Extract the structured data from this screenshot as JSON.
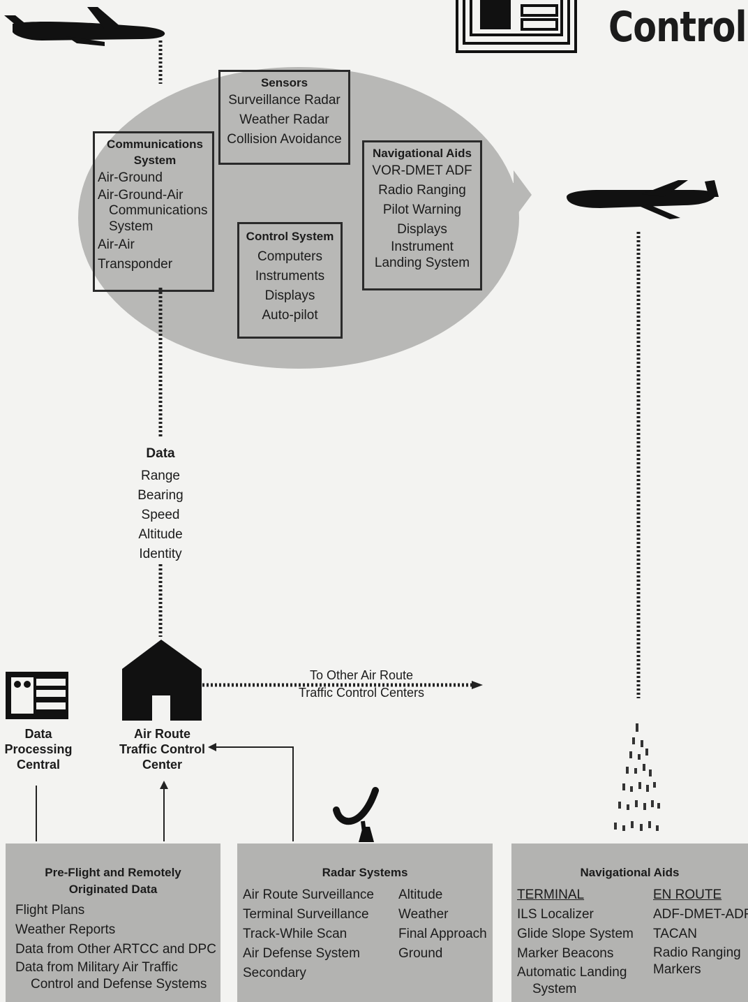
{
  "title": "Control",
  "sensors": {
    "heading": "Sensors",
    "items": [
      "Surveillance Radar",
      "Weather Radar",
      "Collision Avoidance"
    ]
  },
  "communications": {
    "heading_1": "Communications",
    "heading_2": "System",
    "items": [
      "Air-Ground",
      "Air-Ground-Air",
      "Communications",
      "System",
      "Air-Air",
      "Transponder"
    ]
  },
  "nav_aids_air": {
    "heading": "Navigational Aids",
    "items": [
      "VOR-DMET ADF",
      "Radio Ranging",
      "Pilot Warning",
      "Displays",
      "Instrument",
      "Landing System"
    ]
  },
  "control_system": {
    "heading": "Control System",
    "items": [
      "Computers",
      "Instruments",
      "Displays",
      "Auto-pilot"
    ]
  },
  "data_link": {
    "heading": "Data",
    "items": [
      "Range",
      "Bearing",
      "Speed",
      "Altitude",
      "Identity"
    ]
  },
  "to_other": {
    "line1": "To Other Air Route",
    "line2": "Traffic Control Centers"
  },
  "data_processing": {
    "line1": "Data",
    "line2": "Processing",
    "line3": "Central"
  },
  "artcc": {
    "line1": "Air Route",
    "line2": "Traffic Control",
    "line3": "Center"
  },
  "preflight": {
    "heading_1": "Pre-Flight and Remotely",
    "heading_2": "Originated Data",
    "items": [
      "Flight Plans",
      "Weather Reports",
      "Data from Other ARTCC and DPC",
      "Data from Military Air Traffic",
      "Control and Defense Systems"
    ]
  },
  "radar": {
    "heading": "Radar Systems",
    "col1": [
      "Air Route Surveillance",
      "Terminal Surveillance",
      "Track-While Scan",
      "Air Defense System",
      "Secondary"
    ],
    "col2": [
      "Altitude",
      "Weather",
      "Final Approach",
      "Ground"
    ]
  },
  "nav_ground": {
    "heading": "Navigational Aids",
    "terminal_label": "TERMINAL",
    "terminal": [
      "ILS Localizer",
      "Glide Slope System",
      "Marker Beacons",
      "Automatic Landing",
      "System"
    ],
    "enroute_label": "EN ROUTE",
    "enroute": [
      "ADF-DMET-ADF",
      "TACAN",
      "Radio Ranging",
      "Markers"
    ]
  },
  "colors": {
    "ellipse": "#b8b8b6",
    "panel": "#b3b3b1",
    "ink": "#1b1b1b"
  }
}
